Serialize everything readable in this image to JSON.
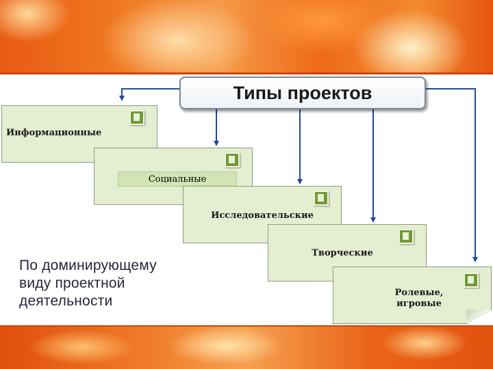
{
  "title": "Типы проектов",
  "subtitle_lines": [
    "По доминирующему",
    "виду проектной",
    "деятельности"
  ],
  "types": [
    {
      "label": "Информационные",
      "icon": "document-icon"
    },
    {
      "label": "Социальные",
      "icon": "document-icon"
    },
    {
      "label": "Исследовательские",
      "icon": "document-icon"
    },
    {
      "label": "Творческие",
      "icon": "document-icon"
    },
    {
      "label_line1": "Ролевые,",
      "label_line2": "игровые",
      "icon": "document-icon"
    }
  ],
  "colors": {
    "card": "#e4eed0",
    "arrow": "#1f4a9a",
    "accent_band": "#f07a22",
    "icon": "#6f9a32"
  }
}
